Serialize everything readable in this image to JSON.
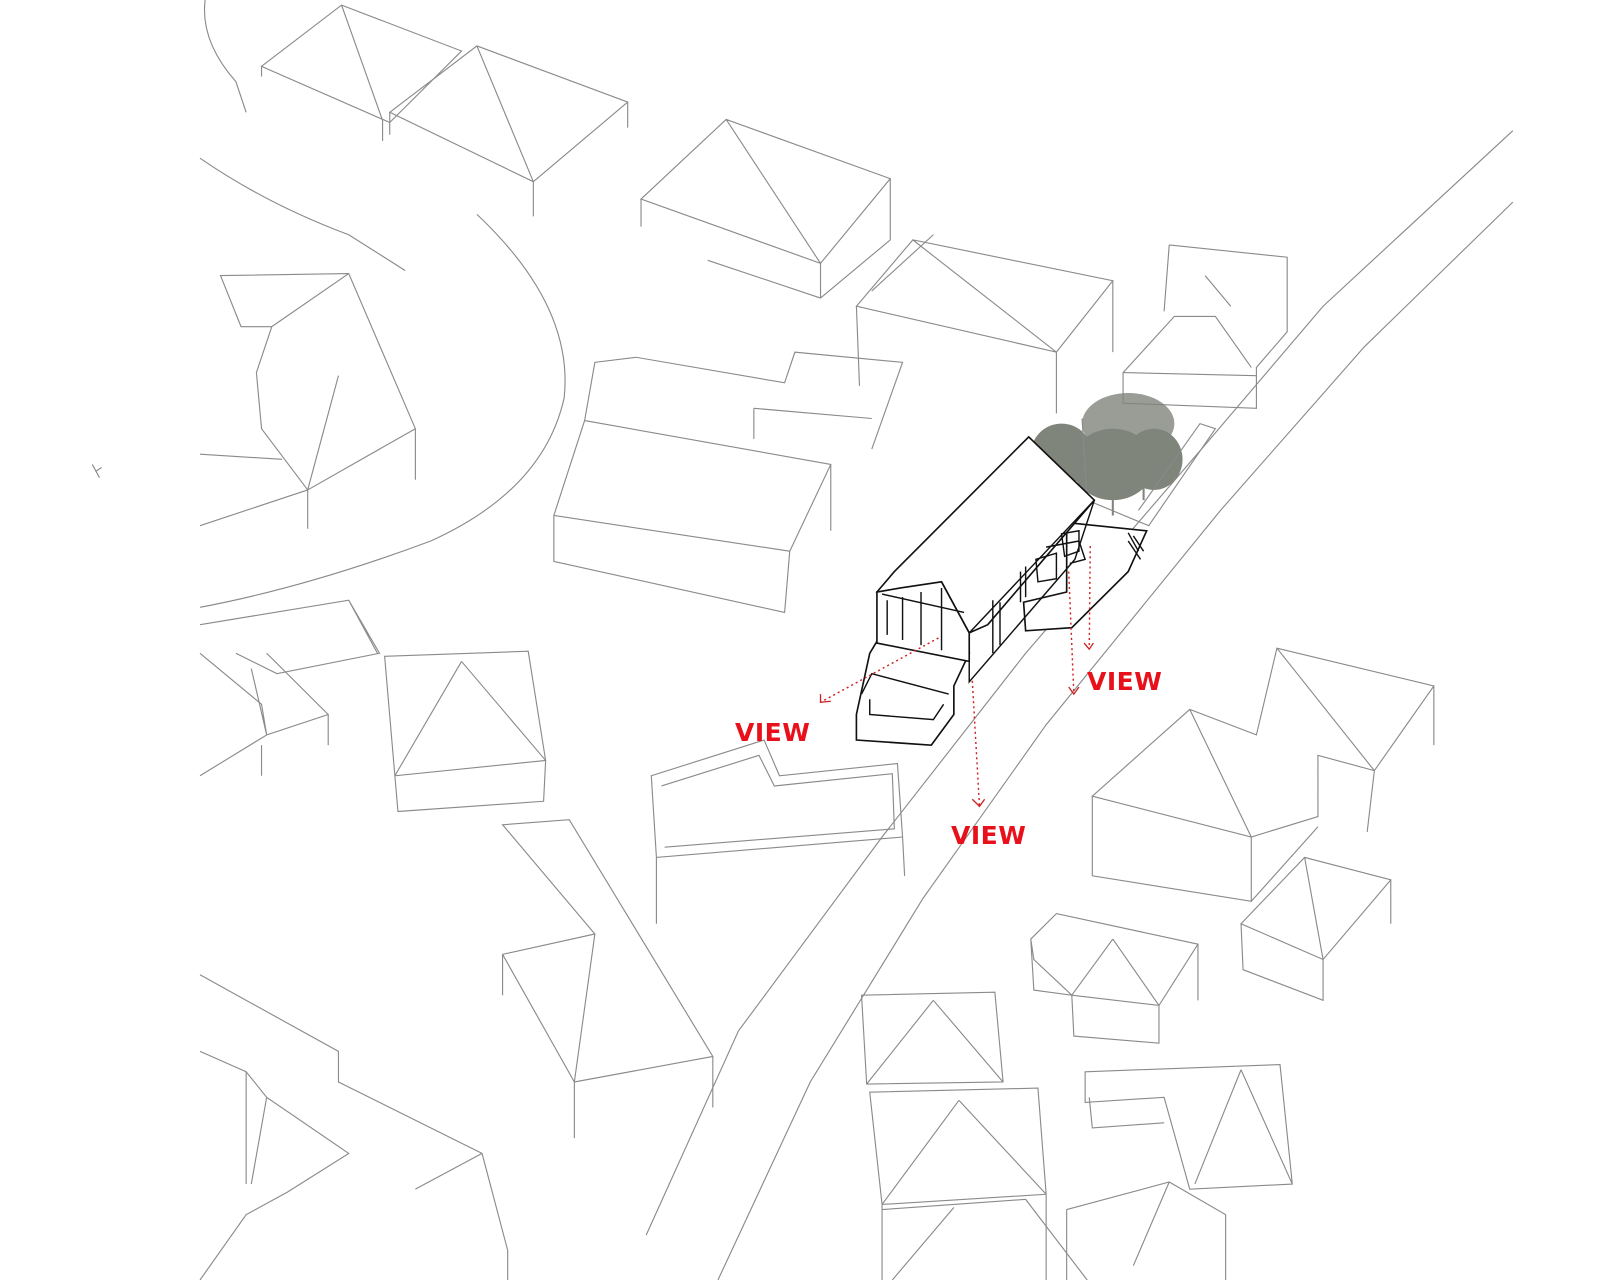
{
  "labels": {
    "view_left": "VIEW",
    "view_bottom": "VIEW",
    "view_right": "VIEW"
  },
  "colors": {
    "annotation": "#e8101a",
    "context_lines": "#8a8a8a",
    "subject_lines": "#111111",
    "trees": "#7f857a"
  }
}
